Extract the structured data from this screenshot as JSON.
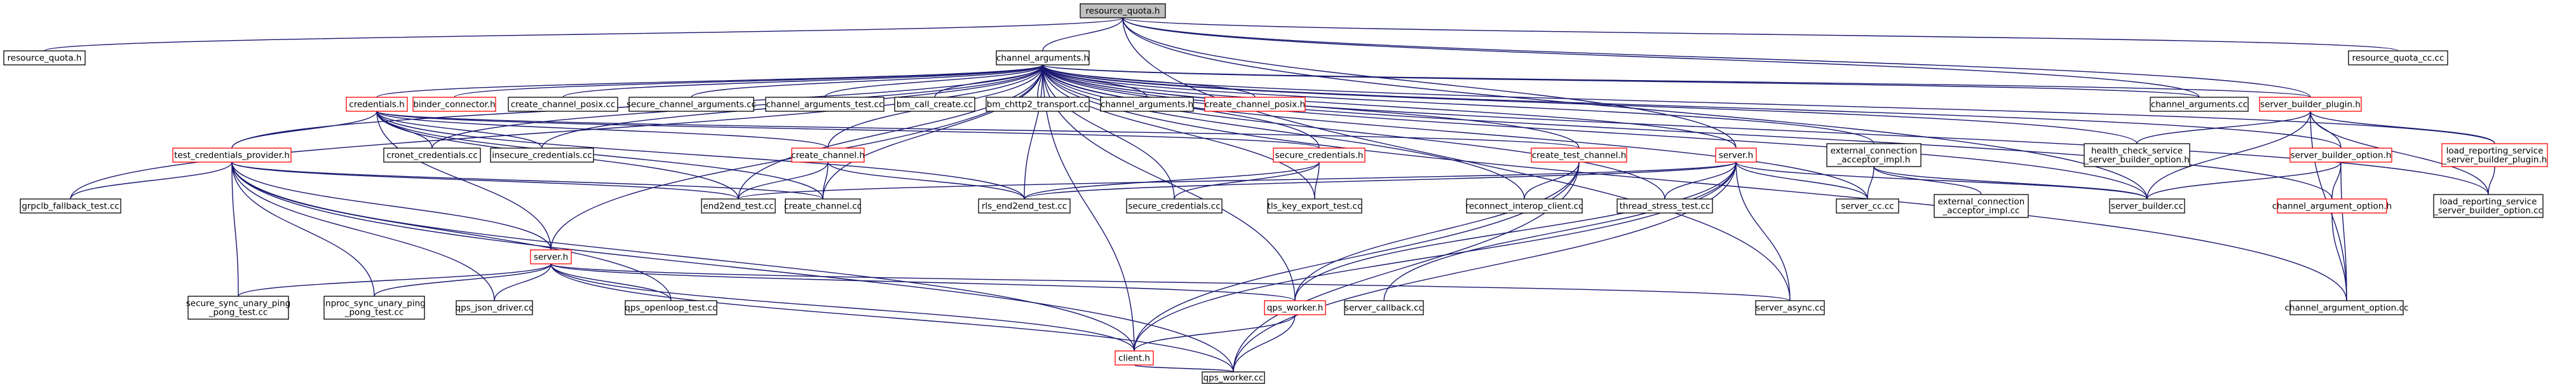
{
  "colors": {
    "edge": "#191970",
    "node_border": "#000000",
    "node_border_undocumented": "#ff0000",
    "root_fill": "#bfbfbf",
    "node_fill": "#ffffff",
    "text": "#000000",
    "text_undocumented": "#ff0000"
  },
  "root": {
    "id": "n-resource-quota-h",
    "label": "resource_quota.h"
  },
  "nodes": [
    {
      "id": "n-resource-quota-h",
      "lines": [
        "resource_quota.h"
      ],
      "kind": "root"
    },
    {
      "id": "n-resource-quota-h2",
      "lines": [
        "resource_quota.h"
      ],
      "kind": "doc"
    },
    {
      "id": "n-channel-arguments-h",
      "lines": [
        "channel_arguments.h"
      ],
      "kind": "doc"
    },
    {
      "id": "n-resource-quota-cc-cc",
      "lines": [
        "resource_quota_cc.cc"
      ],
      "kind": "doc"
    },
    {
      "id": "n-credentials-h",
      "lines": [
        "credentials.h"
      ],
      "kind": "undoc"
    },
    {
      "id": "n-binder-connector-h",
      "lines": [
        "binder_connector.h"
      ],
      "kind": "undoc"
    },
    {
      "id": "n-create-channel-posix-cc",
      "lines": [
        "create_channel_posix.cc"
      ],
      "kind": "doc"
    },
    {
      "id": "n-secure-channel-arguments-cc",
      "lines": [
        "secure_channel_arguments.cc"
      ],
      "kind": "doc"
    },
    {
      "id": "n-channel-arguments-test-cc",
      "lines": [
        "channel_arguments_test.cc"
      ],
      "kind": "doc"
    },
    {
      "id": "n-bm-call-create-cc",
      "lines": [
        "bm_call_create.cc"
      ],
      "kind": "doc"
    },
    {
      "id": "n-bm-chttp2-transport-cc",
      "lines": [
        "bm_chttp2_transport.cc"
      ],
      "kind": "doc"
    },
    {
      "id": "n-channel-arguments-h2",
      "lines": [
        "channel_arguments.h"
      ],
      "kind": "doc"
    },
    {
      "id": "n-create-channel-posix-h",
      "lines": [
        "create_channel_posix.h"
      ],
      "kind": "undoc"
    },
    {
      "id": "n-channel-arguments-cc",
      "lines": [
        "channel_arguments.cc"
      ],
      "kind": "doc"
    },
    {
      "id": "n-server-builder-plugin-h",
      "lines": [
        "server_builder_plugin.h"
      ],
      "kind": "undoc"
    },
    {
      "id": "n-test-credentials-provider-h",
      "lines": [
        "test_credentials_provider.h"
      ],
      "kind": "undoc"
    },
    {
      "id": "n-cronet-credentials-cc",
      "lines": [
        "cronet_credentials.cc"
      ],
      "kind": "doc"
    },
    {
      "id": "n-insecure-credentials-cc",
      "lines": [
        "insecure_credentials.cc"
      ],
      "kind": "doc"
    },
    {
      "id": "n-create-channel-h",
      "lines": [
        "create_channel.h"
      ],
      "kind": "undoc"
    },
    {
      "id": "n-secure-credentials-h",
      "lines": [
        "secure_credentials.h"
      ],
      "kind": "undoc"
    },
    {
      "id": "n-create-test-channel-h",
      "lines": [
        "create_test_channel.h"
      ],
      "kind": "undoc"
    },
    {
      "id": "n-server-h",
      "lines": [
        "server.h"
      ],
      "kind": "undoc"
    },
    {
      "id": "n-external-connection-acceptor-impl-h",
      "lines": [
        "external_connection",
        "_acceptor_impl.h"
      ],
      "kind": "doc"
    },
    {
      "id": "n-health-check-service-server-builder-option-h",
      "lines": [
        "health_check_service",
        "_server_builder_option.h"
      ],
      "kind": "doc"
    },
    {
      "id": "n-server-builder-option-h",
      "lines": [
        "server_builder_option.h"
      ],
      "kind": "undoc"
    },
    {
      "id": "n-load-reporting-service-server-builder-plugin-h",
      "lines": [
        "load_reporting_service",
        "_server_builder_plugin.h"
      ],
      "kind": "undoc"
    },
    {
      "id": "n-grpclb-fallback-test-cc",
      "lines": [
        "grpclb_fallback_test.cc"
      ],
      "kind": "doc"
    },
    {
      "id": "n-end2end-test-cc",
      "lines": [
        "end2end_test.cc"
      ],
      "kind": "doc"
    },
    {
      "id": "n-create-channel-cc",
      "lines": [
        "create_channel.cc"
      ],
      "kind": "doc"
    },
    {
      "id": "n-rls-end2end-test-cc",
      "lines": [
        "rls_end2end_test.cc"
      ],
      "kind": "doc"
    },
    {
      "id": "n-secure-credentials-cc",
      "lines": [
        "secure_credentials.cc"
      ],
      "kind": "doc"
    },
    {
      "id": "n-tls-key-export-test-cc",
      "lines": [
        "tls_key_export_test.cc"
      ],
      "kind": "doc"
    },
    {
      "id": "n-reconnect-interop-client-cc",
      "lines": [
        "reconnect_interop_client.cc"
      ],
      "kind": "doc"
    },
    {
      "id": "n-thread-stress-test-cc",
      "lines": [
        "thread_stress_test.cc"
      ],
      "kind": "doc"
    },
    {
      "id": "n-server-cc-cc",
      "lines": [
        "server_cc.cc"
      ],
      "kind": "doc"
    },
    {
      "id": "n-external-connection-acceptor-impl-cc",
      "lines": [
        "external_connection",
        "_acceptor_impl.cc"
      ],
      "kind": "doc"
    },
    {
      "id": "n-server-builder-cc",
      "lines": [
        "server_builder.cc"
      ],
      "kind": "doc"
    },
    {
      "id": "n-channel-argument-option-h",
      "lines": [
        "channel_argument_option.h"
      ],
      "kind": "undoc"
    },
    {
      "id": "n-load-reporting-service-server-builder-option-cc",
      "lines": [
        "load_reporting_service",
        "_server_builder_option.cc"
      ],
      "kind": "doc"
    },
    {
      "id": "n-server-h2",
      "lines": [
        "server.h"
      ],
      "kind": "undoc"
    },
    {
      "id": "n-secure-sync-unary-ping-pong-test-cc",
      "lines": [
        "secure_sync_unary_ping",
        "_pong_test.cc"
      ],
      "kind": "doc"
    },
    {
      "id": "n-inproc-sync-unary-ping-pong-test-cc",
      "lines": [
        "inproc_sync_unary_ping",
        "_pong_test.cc"
      ],
      "kind": "doc"
    },
    {
      "id": "n-qps-json-driver-cc",
      "lines": [
        "qps_json_driver.cc"
      ],
      "kind": "doc"
    },
    {
      "id": "n-qps-openloop-test-cc",
      "lines": [
        "qps_openloop_test.cc"
      ],
      "kind": "doc"
    },
    {
      "id": "n-qps-worker-h",
      "lines": [
        "qps_worker.h"
      ],
      "kind": "undoc"
    },
    {
      "id": "n-server-callback-cc",
      "lines": [
        "server_callback.cc"
      ],
      "kind": "doc"
    },
    {
      "id": "n-server-async-cc",
      "lines": [
        "server_async.cc"
      ],
      "kind": "doc"
    },
    {
      "id": "n-channel-argument-option-cc",
      "lines": [
        "channel_argument_option.cc"
      ],
      "kind": "doc"
    },
    {
      "id": "n-client-h",
      "lines": [
        "client.h"
      ],
      "kind": "undoc"
    },
    {
      "id": "n-qps-worker-cc",
      "lines": [
        "qps_worker.cc"
      ],
      "kind": "doc"
    }
  ],
  "edges": [
    [
      "n-resource-quota-h",
      "n-resource-quota-h2"
    ],
    [
      "n-resource-quota-h",
      "n-channel-arguments-h"
    ],
    [
      "n-resource-quota-h",
      "n-resource-quota-cc-cc"
    ],
    [
      "n-resource-quota-h",
      "n-channel-arguments-cc"
    ],
    [
      "n-resource-quota-h",
      "n-server-builder-plugin-h"
    ],
    [
      "n-resource-quota-h",
      "n-server-builder-cc"
    ],
    [
      "n-resource-quota-h",
      "n-server-h"
    ],
    [
      "n-resource-quota-h",
      "n-server-async-cc"
    ],
    [
      "n-channel-arguments-h",
      "n-credentials-h"
    ],
    [
      "n-channel-arguments-h",
      "n-binder-connector-h"
    ],
    [
      "n-channel-arguments-h",
      "n-create-channel-posix-cc"
    ],
    [
      "n-channel-arguments-h",
      "n-secure-channel-arguments-cc"
    ],
    [
      "n-channel-arguments-h",
      "n-channel-arguments-test-cc"
    ],
    [
      "n-channel-arguments-h",
      "n-bm-call-create-cc"
    ],
    [
      "n-channel-arguments-h",
      "n-bm-chttp2-transport-cc"
    ],
    [
      "n-channel-arguments-h",
      "n-channel-arguments-h2"
    ],
    [
      "n-channel-arguments-h",
      "n-create-channel-posix-h"
    ],
    [
      "n-channel-arguments-h",
      "n-channel-arguments-cc"
    ],
    [
      "n-channel-arguments-h",
      "n-server-builder-plugin-h"
    ],
    [
      "n-channel-arguments-h",
      "n-test-credentials-provider-h"
    ],
    [
      "n-channel-arguments-h",
      "n-grpclb-fallback-test-cc"
    ],
    [
      "n-channel-arguments-h",
      "n-cronet-credentials-cc"
    ],
    [
      "n-channel-arguments-h",
      "n-insecure-credentials-cc"
    ],
    [
      "n-channel-arguments-h",
      "n-create-channel-h"
    ],
    [
      "n-channel-arguments-h",
      "n-secure-credentials-h"
    ],
    [
      "n-channel-arguments-h",
      "n-create-test-channel-h"
    ],
    [
      "n-channel-arguments-h",
      "n-server-h"
    ],
    [
      "n-channel-arguments-h",
      "n-external-connection-acceptor-impl-h"
    ],
    [
      "n-channel-arguments-h",
      "n-health-check-service-server-builder-option-h"
    ],
    [
      "n-channel-arguments-h",
      "n-server-builder-option-h"
    ],
    [
      "n-channel-arguments-h",
      "n-load-reporting-service-server-builder-plugin-h"
    ],
    [
      "n-channel-arguments-h",
      "n-end2end-test-cc"
    ],
    [
      "n-channel-arguments-h",
      "n-create-channel-cc"
    ],
    [
      "n-channel-arguments-h",
      "n-rls-end2end-test-cc"
    ],
    [
      "n-channel-arguments-h",
      "n-secure-credentials-cc"
    ],
    [
      "n-channel-arguments-h",
      "n-tls-key-export-test-cc"
    ],
    [
      "n-channel-arguments-h",
      "n-reconnect-interop-client-cc"
    ],
    [
      "n-channel-arguments-h",
      "n-thread-stress-test-cc"
    ],
    [
      "n-channel-arguments-h",
      "n-server-cc-cc"
    ],
    [
      "n-channel-arguments-h",
      "n-server-builder-cc"
    ],
    [
      "n-channel-arguments-h",
      "n-channel-argument-option-h"
    ],
    [
      "n-channel-arguments-h",
      "n-channel-argument-option-cc"
    ],
    [
      "n-channel-arguments-h",
      "n-load-reporting-service-server-builder-option-cc"
    ],
    [
      "n-channel-arguments-h",
      "n-server-h2"
    ],
    [
      "n-channel-arguments-h",
      "n-qps-worker-h"
    ],
    [
      "n-channel-arguments-h",
      "n-client-h"
    ],
    [
      "n-credentials-h",
      "n-test-credentials-provider-h"
    ],
    [
      "n-credentials-h",
      "n-cronet-credentials-cc"
    ],
    [
      "n-credentials-h",
      "n-insecure-credentials-cc"
    ],
    [
      "n-credentials-h",
      "n-create-channel-h"
    ],
    [
      "n-credentials-h",
      "n-secure-credentials-h"
    ],
    [
      "n-credentials-h",
      "n-create-test-channel-h"
    ],
    [
      "n-credentials-h",
      "n-end2end-test-cc"
    ],
    [
      "n-credentials-h",
      "n-create-channel-cc"
    ],
    [
      "n-credentials-h",
      "n-rls-end2end-test-cc"
    ],
    [
      "n-credentials-h",
      "n-server-h2"
    ],
    [
      "n-create-channel-h",
      "n-end2end-test-cc"
    ],
    [
      "n-create-channel-h",
      "n-create-channel-cc"
    ],
    [
      "n-create-channel-h",
      "n-rls-end2end-test-cc"
    ],
    [
      "n-secure-credentials-h",
      "n-secure-credentials-cc"
    ],
    [
      "n-secure-credentials-h",
      "n-tls-key-export-test-cc"
    ],
    [
      "n-secure-credentials-h",
      "n-rls-end2end-test-cc"
    ],
    [
      "n-create-test-channel-h",
      "n-reconnect-interop-client-cc"
    ],
    [
      "n-create-test-channel-h",
      "n-qps-worker-h"
    ],
    [
      "n-create-test-channel-h",
      "n-client-h"
    ],
    [
      "n-create-test-channel-h",
      "n-qps-worker-cc"
    ],
    [
      "n-test-credentials-provider-h",
      "n-grpclb-fallback-test-cc"
    ],
    [
      "n-test-credentials-provider-h",
      "n-end2end-test-cc"
    ],
    [
      "n-test-credentials-provider-h",
      "n-create-channel-cc"
    ],
    [
      "n-test-credentials-provider-h",
      "n-server-h2"
    ],
    [
      "n-test-credentials-provider-h",
      "n-secure-sync-unary-ping-pong-test-cc"
    ],
    [
      "n-test-credentials-provider-h",
      "n-inproc-sync-unary-ping-pong-test-cc"
    ],
    [
      "n-test-credentials-provider-h",
      "n-qps-json-driver-cc"
    ],
    [
      "n-test-credentials-provider-h",
      "n-qps-openloop-test-cc"
    ],
    [
      "n-test-credentials-provider-h",
      "n-client-h"
    ],
    [
      "n-test-credentials-provider-h",
      "n-qps-worker-cc"
    ],
    [
      "n-server-h",
      "n-end2end-test-cc"
    ],
    [
      "n-server-h",
      "n-rls-end2end-test-cc"
    ],
    [
      "n-server-h",
      "n-thread-stress-test-cc"
    ],
    [
      "n-server-h",
      "n-server-cc-cc"
    ],
    [
      "n-server-h",
      "n-server-builder-cc"
    ],
    [
      "n-server-h",
      "n-qps-worker-h"
    ],
    [
      "n-server-h",
      "n-server-callback-cc"
    ],
    [
      "n-server-h",
      "n-server-async-cc"
    ],
    [
      "n-server-h",
      "n-client-h"
    ],
    [
      "n-server-h",
      "n-qps-worker-cc"
    ],
    [
      "n-external-connection-acceptor-impl-h",
      "n-server-cc-cc"
    ],
    [
      "n-external-connection-acceptor-impl-h",
      "n-external-connection-acceptor-impl-cc"
    ],
    [
      "n-external-connection-acceptor-impl-h",
      "n-server-builder-cc"
    ],
    [
      "n-server-builder-plugin-h",
      "n-health-check-service-server-builder-option-h"
    ],
    [
      "n-server-builder-plugin-h",
      "n-server-builder-option-h"
    ],
    [
      "n-server-builder-plugin-h",
      "n-load-reporting-service-server-builder-plugin-h"
    ],
    [
      "n-server-builder-plugin-h",
      "n-server-builder-cc"
    ],
    [
      "n-server-builder-plugin-h",
      "n-load-reporting-service-server-builder-option-cc"
    ],
    [
      "n-server-builder-plugin-h",
      "n-channel-argument-option-cc"
    ],
    [
      "n-server-builder-option-h",
      "n-server-builder-cc"
    ],
    [
      "n-server-builder-option-h",
      "n-channel-argument-option-h"
    ],
    [
      "n-server-builder-option-h",
      "n-channel-argument-option-cc"
    ],
    [
      "n-load-reporting-service-server-builder-plugin-h",
      "n-load-reporting-service-server-builder-option-cc"
    ],
    [
      "n-channel-argument-option-h",
      "n-channel-argument-option-cc"
    ],
    [
      "n-server-h2",
      "n-secure-sync-unary-ping-pong-test-cc"
    ],
    [
      "n-server-h2",
      "n-inproc-sync-unary-ping-pong-test-cc"
    ],
    [
      "n-server-h2",
      "n-qps-json-driver-cc"
    ],
    [
      "n-server-h2",
      "n-qps-openloop-test-cc"
    ],
    [
      "n-server-h2",
      "n-qps-worker-h"
    ],
    [
      "n-server-h2",
      "n-server-async-cc"
    ],
    [
      "n-server-h2",
      "n-client-h"
    ],
    [
      "n-server-h2",
      "n-qps-worker-cc"
    ],
    [
      "n-qps-worker-h",
      "n-client-h"
    ],
    [
      "n-qps-worker-h",
      "n-qps-worker-cc"
    ],
    [
      "n-client-h",
      "n-qps-worker-cc"
    ]
  ]
}
